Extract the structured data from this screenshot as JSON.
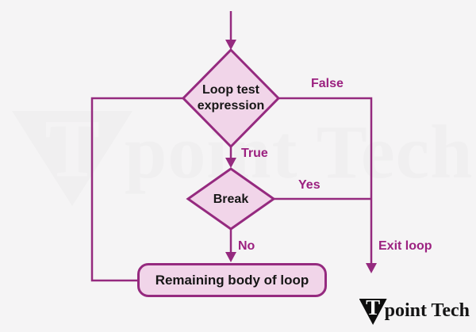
{
  "diagram": {
    "type": "flowchart",
    "topic": "break statement inside a loop"
  },
  "colors": {
    "background": "#f5f4f5",
    "line": "#952a7f",
    "shape_fill": "#f1d5e9",
    "edge_label_text": "#9c2180",
    "node_text": "#161616",
    "watermark": "#f0eff0",
    "logo_triangle": "#0d0d0d",
    "logo_text": "#141414"
  },
  "nodes": {
    "loop_test": {
      "line1": "Loop test",
      "line2": "expression"
    },
    "break": {
      "label": "Break"
    },
    "remaining": {
      "label": "Remaining body of loop"
    }
  },
  "edge_labels": {
    "false": "False",
    "true": "True",
    "yes": "Yes",
    "no": "No",
    "exit": "Exit loop"
  },
  "watermark": {
    "t": "T",
    "rest": "point Tech"
  },
  "logo": {
    "t": "T",
    "rest": "point Tech"
  }
}
